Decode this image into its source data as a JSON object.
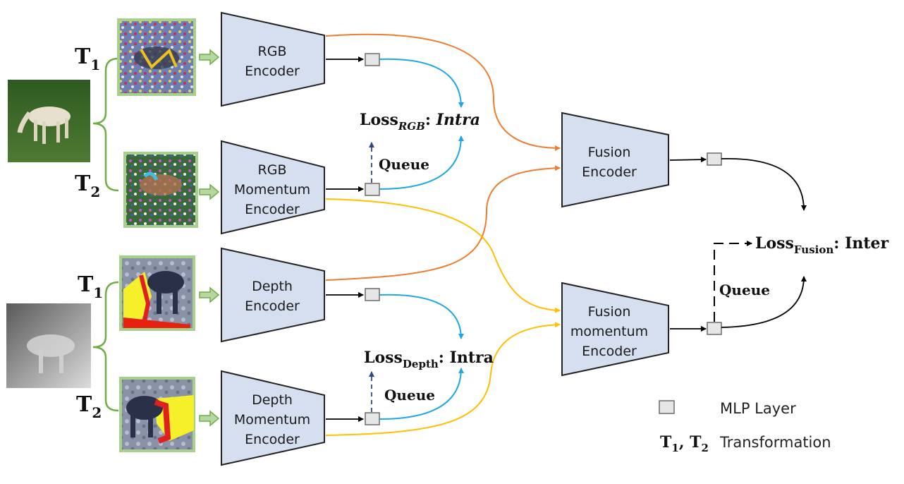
{
  "transforms": {
    "t1": "T",
    "t1_sub": "1",
    "t2": "T",
    "t2_sub": "2"
  },
  "encoders": {
    "rgb": [
      "RGB",
      "Encoder"
    ],
    "rgb_mom": [
      "RGB",
      "Momentum",
      "Encoder"
    ],
    "depth": [
      "Depth",
      "Encoder"
    ],
    "depth_mom": [
      "Depth",
      "Momentum",
      "Encoder"
    ],
    "fusion": [
      "Fusion",
      "Encoder"
    ],
    "fusion_mom": [
      "Fusion",
      "momentum",
      "Encoder"
    ]
  },
  "losses": {
    "rgb": {
      "main": "Loss",
      "sub": "RGB",
      "sep": ": ",
      "name": "Intra"
    },
    "depth": {
      "main": "Loss",
      "sub": "Depth",
      "sep": ": ",
      "name": "Intra"
    },
    "fusion": {
      "main": "Loss",
      "sub": "Fusion",
      "sep": ": ",
      "name": "Inter"
    }
  },
  "queue_label": "Queue",
  "legend": {
    "mlp": "MLP Layer",
    "transform_symbols": "T",
    "transform_sub1": "1",
    "transform_comma": ", T",
    "transform_sub2": "2",
    "transform": "Transformation"
  },
  "colors": {
    "encoder_fill": "#d6dff0",
    "encoder_stroke": "#222222",
    "orange": "#ed7d31",
    "yellow": "#ffc000",
    "blue": "#1fa7e0",
    "green": "#70ad47",
    "dash_blue": "#2f4a7a"
  }
}
